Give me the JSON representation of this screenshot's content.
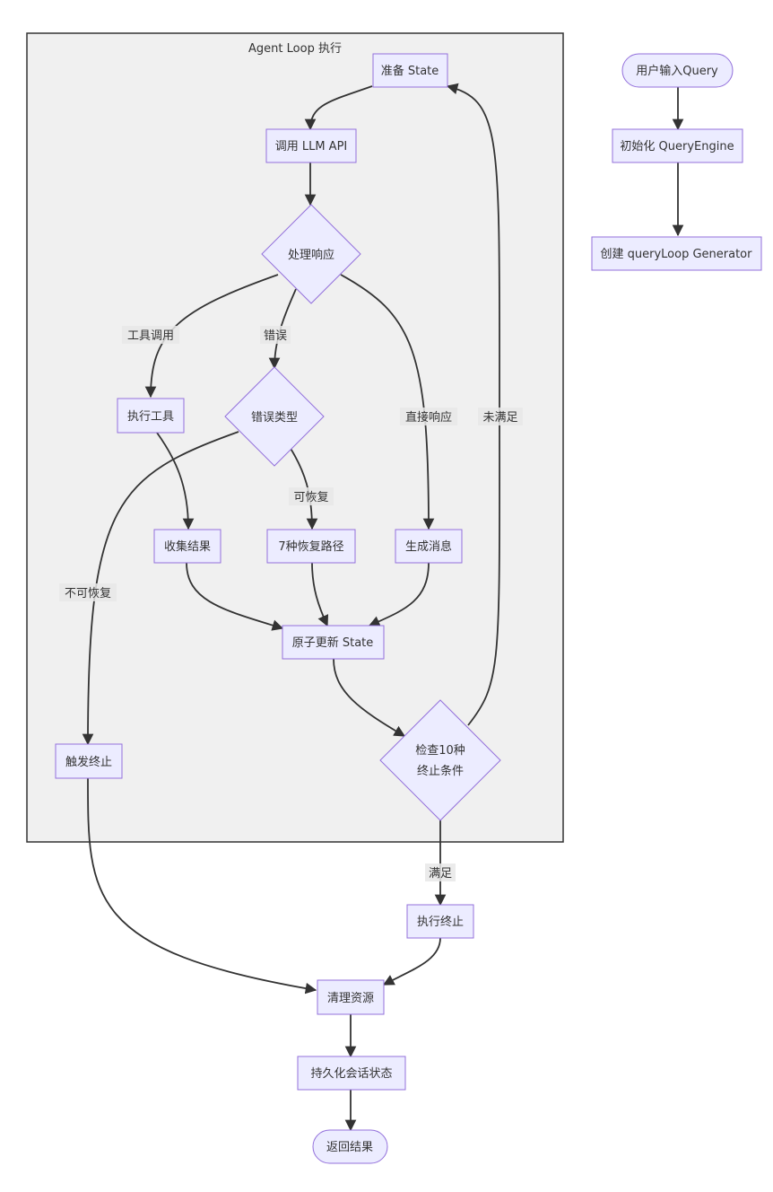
{
  "cluster": {
    "title": "Agent Loop 执行"
  },
  "nodes": {
    "user_input": "用户输入Query",
    "init_engine": "初始化 QueryEngine",
    "create_generator": "创建 queryLoop Generator",
    "prepare_state": "准备 State",
    "call_llm": "调用 LLM API",
    "handle_response": "处理响应",
    "exec_tool": "执行工具",
    "error_type": "错误类型",
    "collect_result": "收集结果",
    "recovery_paths": "7种恢复路径",
    "gen_message": "生成消息",
    "atomic_update": "原子更新 State",
    "trigger_stop": "触发终止",
    "check_line1": "检查10种",
    "check_line2": "终止条件",
    "exec_stop": "执行终止",
    "cleanup": "清理资源",
    "persist": "持久化会话状态",
    "return_result": "返回结果"
  },
  "edge_labels": {
    "tool_call": "工具调用",
    "error": "错误",
    "direct": "直接响应",
    "recoverable": "可恢复",
    "unrecoverable": "不可恢复",
    "not_met": "未满足",
    "met": "满足"
  },
  "colors": {
    "node_fill": "#ECECFF",
    "node_stroke": "#9370DB",
    "edge": "#333333",
    "cluster_fill": "#f0f0f0"
  }
}
